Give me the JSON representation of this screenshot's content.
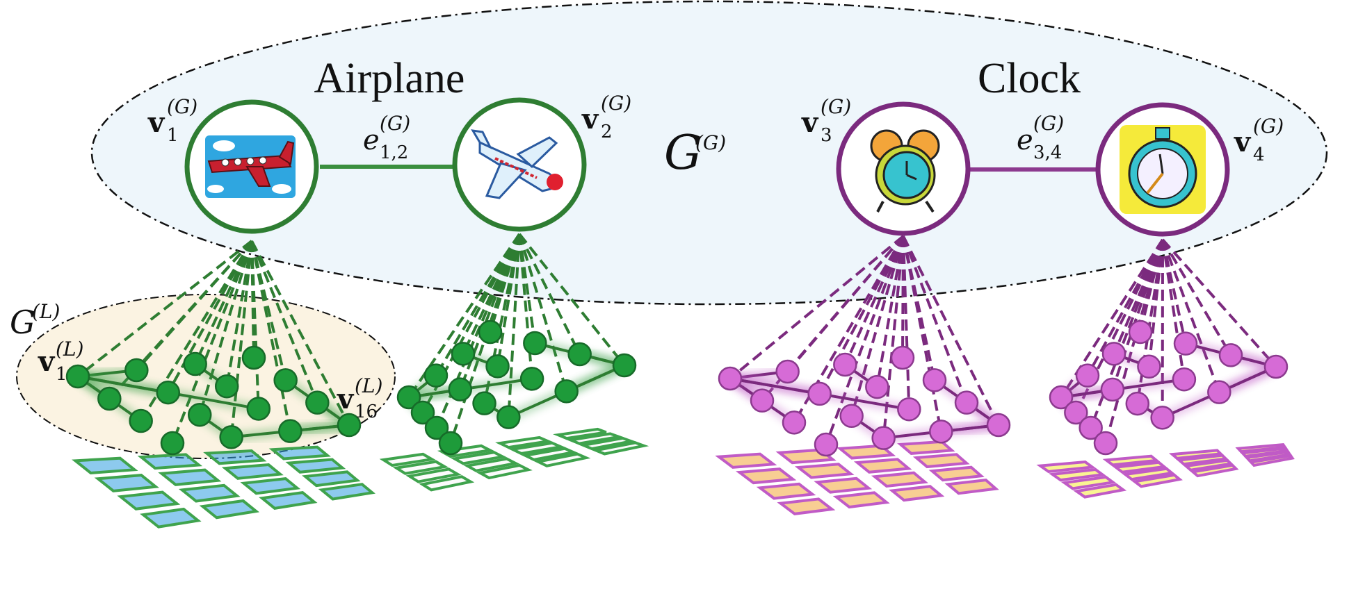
{
  "colors": {
    "airplane": "#2e7d32",
    "airplane_light": "#3fa34d",
    "clock": "#7b2a7e",
    "clock_light": "#c05bc6",
    "global_bg": "#eef6fb",
    "local_bg": "#fbf3e2"
  },
  "global_graph": {
    "label_main": "G",
    "label_sup": "(G)",
    "classes": [
      {
        "name": "Airplane"
      },
      {
        "name": "Clock"
      }
    ],
    "nodes": [
      {
        "base": "v",
        "sub": "1",
        "sup": "(G)",
        "icon": "cartoon-plane-icon"
      },
      {
        "base": "v",
        "sub": "2",
        "sup": "(G)",
        "icon": "jet-plane-icon"
      },
      {
        "base": "v",
        "sub": "3",
        "sup": "(G)",
        "icon": "alarm-clock-icon"
      },
      {
        "base": "v",
        "sub": "4",
        "sup": "(G)",
        "icon": "stopwatch-icon"
      }
    ],
    "edges": [
      {
        "base": "e",
        "sub": "1,2",
        "sup": "(G)"
      },
      {
        "base": "e",
        "sub": "3,4",
        "sup": "(G)"
      }
    ]
  },
  "local_graph": {
    "label_main": "G",
    "label_sup": "(L)",
    "first_node": {
      "base": "v",
      "sub": "1",
      "sup": "(L)"
    },
    "last_node": {
      "base": "v",
      "sub": "16",
      "sup": "(L)"
    }
  }
}
